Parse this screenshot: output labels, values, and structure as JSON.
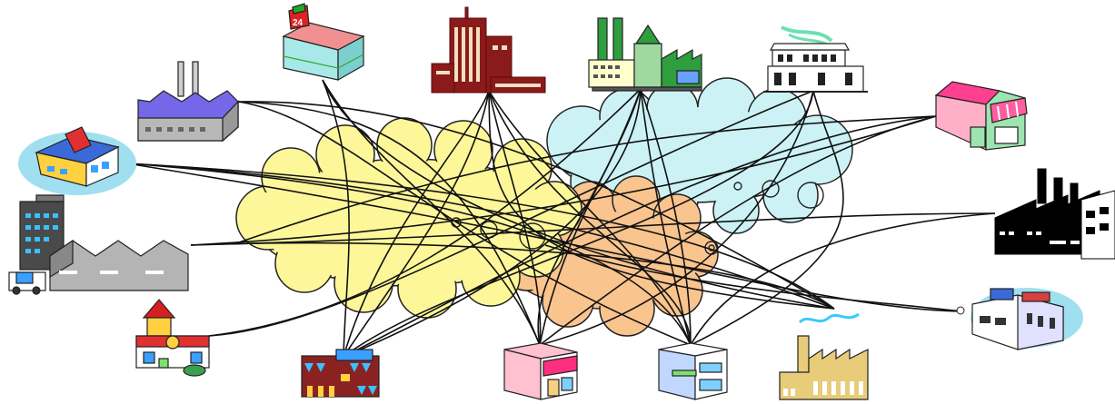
{
  "title": "",
  "colors": {
    "cloud_yellow": "#fdf79a",
    "cloud_cyan": "#ccf2f6",
    "cloud_orange": "#f9c48e",
    "line": "#111111",
    "outline": "#222222"
  },
  "store_sign": "24",
  "clouds": [
    {
      "name": "yellow-cloud",
      "color": "#fdf79a"
    },
    {
      "name": "cyan-cloud",
      "color": "#ccf2f6"
    },
    {
      "name": "orange-cloud",
      "color": "#f9c48e"
    }
  ],
  "nodes": [
    {
      "id": "factory-purple",
      "icon": "factory-icon"
    },
    {
      "id": "convenience-store",
      "icon": "convenience-store-icon"
    },
    {
      "id": "office-tower",
      "icon": "office-building-icon"
    },
    {
      "id": "green-factory",
      "icon": "factory-icon"
    },
    {
      "id": "hotel",
      "icon": "hotel-icon"
    },
    {
      "id": "pink-shop",
      "icon": "shop-icon"
    },
    {
      "id": "black-factory",
      "icon": "factory-icon"
    },
    {
      "id": "electronics-store",
      "icon": "electronics-store-icon"
    },
    {
      "id": "beige-factory",
      "icon": "factory-icon"
    },
    {
      "id": "small-office",
      "icon": "office-icon"
    },
    {
      "id": "corner-shop",
      "icon": "shop-icon"
    },
    {
      "id": "apartment",
      "icon": "apartment-icon"
    },
    {
      "id": "restaurant",
      "icon": "restaurant-icon"
    },
    {
      "id": "warehouse",
      "icon": "warehouse-icon"
    },
    {
      "id": "bookstore",
      "icon": "bookstore-icon"
    }
  ]
}
